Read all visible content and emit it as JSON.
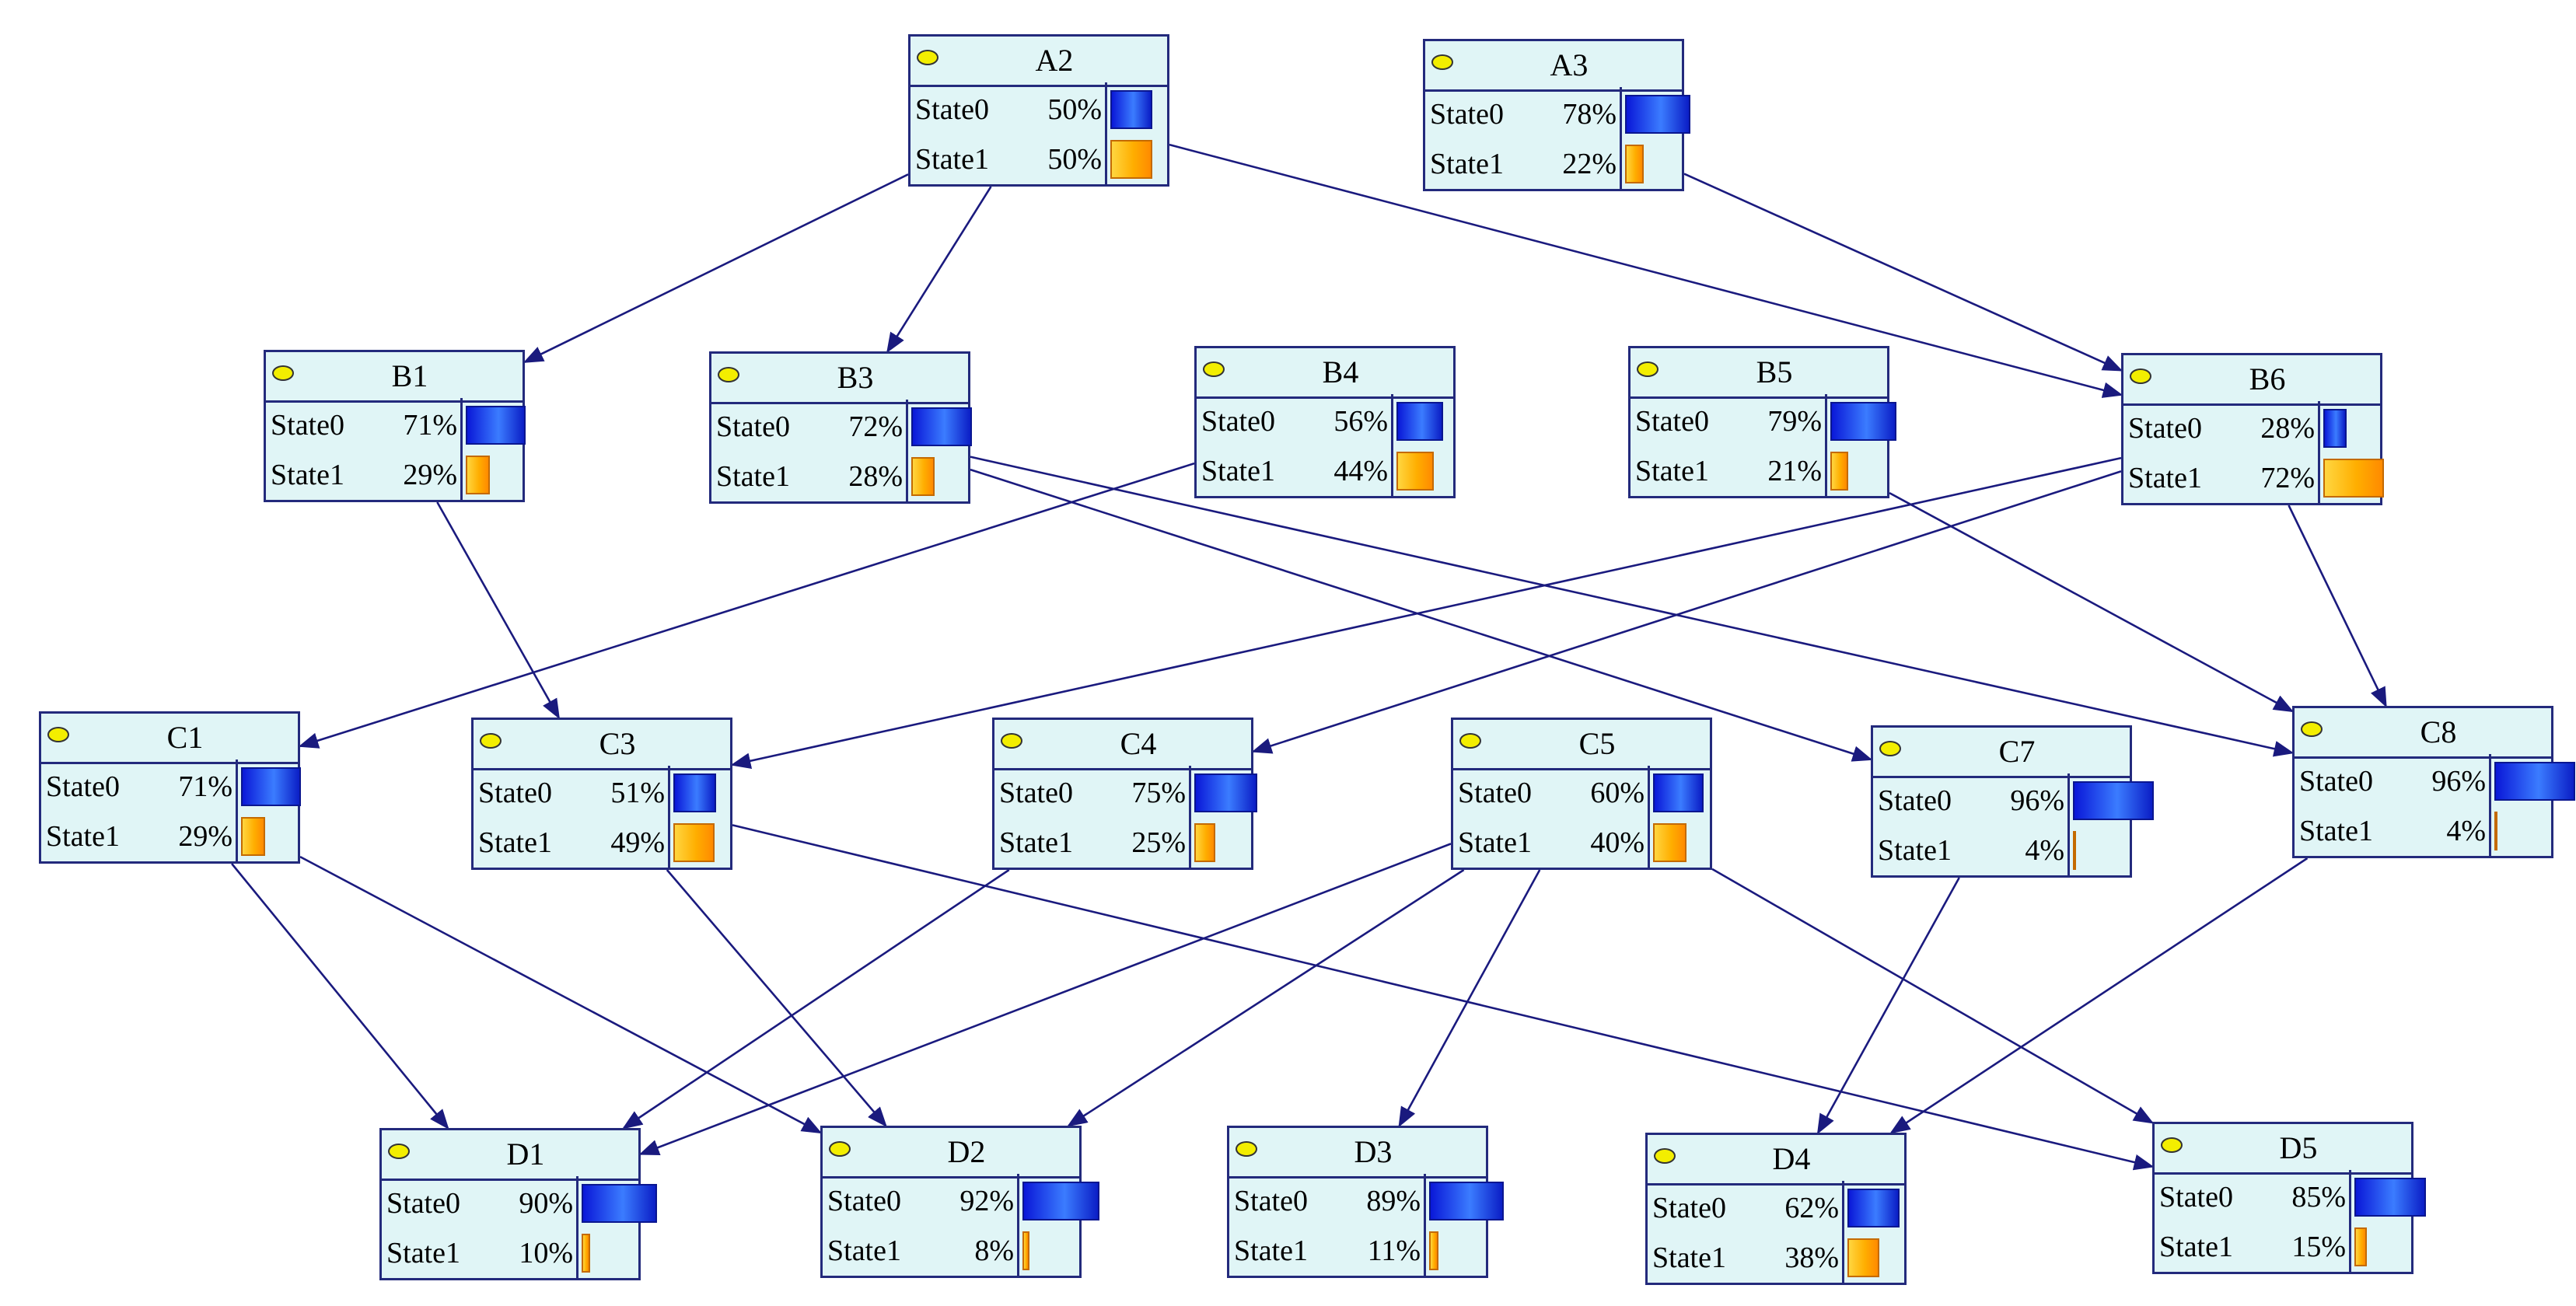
{
  "colors": {
    "node_fill": "#e0f5f6",
    "node_border": "#232a7c",
    "edge": "#1a1a7e",
    "state0_bar": "#1e56f0",
    "state1_bar": "#ffae00",
    "indicator": "#f3ee00"
  },
  "nodes": [
    {
      "id": "A2",
      "states": [
        {
          "label": "State0",
          "value": "50%"
        },
        {
          "label": "State1",
          "value": "50%"
        }
      ],
      "probabilities": [
        0.5,
        0.5
      ]
    },
    {
      "id": "A3",
      "states": [
        {
          "label": "State0",
          "value": "78%"
        },
        {
          "label": "State1",
          "value": "22%"
        }
      ],
      "probabilities": [
        0.78,
        0.22
      ]
    },
    {
      "id": "B1",
      "states": [
        {
          "label": "State0",
          "value": "71%"
        },
        {
          "label": "State1",
          "value": "29%"
        }
      ],
      "probabilities": [
        0.71,
        0.29
      ]
    },
    {
      "id": "B3",
      "states": [
        {
          "label": "State0",
          "value": "72%"
        },
        {
          "label": "State1",
          "value": "28%"
        }
      ],
      "probabilities": [
        0.72,
        0.28
      ]
    },
    {
      "id": "B4",
      "states": [
        {
          "label": "State0",
          "value": "56%"
        },
        {
          "label": "State1",
          "value": "44%"
        }
      ],
      "probabilities": [
        0.56,
        0.44
      ]
    },
    {
      "id": "B5",
      "states": [
        {
          "label": "State0",
          "value": "79%"
        },
        {
          "label": "State1",
          "value": "21%"
        }
      ],
      "probabilities": [
        0.79,
        0.21
      ]
    },
    {
      "id": "B6",
      "states": [
        {
          "label": "State0",
          "value": "28%"
        },
        {
          "label": "State1",
          "value": "72%"
        }
      ],
      "probabilities": [
        0.28,
        0.72
      ]
    },
    {
      "id": "C1",
      "states": [
        {
          "label": "State0",
          "value": "71%"
        },
        {
          "label": "State1",
          "value": "29%"
        }
      ],
      "probabilities": [
        0.71,
        0.29
      ]
    },
    {
      "id": "C3",
      "states": [
        {
          "label": "State0",
          "value": "51%"
        },
        {
          "label": "State1",
          "value": "49%"
        }
      ],
      "probabilities": [
        0.51,
        0.49
      ]
    },
    {
      "id": "C4",
      "states": [
        {
          "label": "State0",
          "value": "75%"
        },
        {
          "label": "State1",
          "value": "25%"
        }
      ],
      "probabilities": [
        0.75,
        0.25
      ]
    },
    {
      "id": "C5",
      "states": [
        {
          "label": "State0",
          "value": "60%"
        },
        {
          "label": "State1",
          "value": "40%"
        }
      ],
      "probabilities": [
        0.6,
        0.4
      ]
    },
    {
      "id": "C7",
      "states": [
        {
          "label": "State0",
          "value": "96%"
        },
        {
          "label": "State1",
          "value": "4%"
        }
      ],
      "probabilities": [
        0.96,
        0.04
      ]
    },
    {
      "id": "C8",
      "states": [
        {
          "label": "State0",
          "value": "96%"
        },
        {
          "label": "State1",
          "value": "4%"
        }
      ],
      "probabilities": [
        0.96,
        0.04
      ]
    },
    {
      "id": "D1",
      "states": [
        {
          "label": "State0",
          "value": "90%"
        },
        {
          "label": "State1",
          "value": "10%"
        }
      ],
      "probabilities": [
        0.9,
        0.1
      ]
    },
    {
      "id": "D2",
      "states": [
        {
          "label": "State0",
          "value": "92%"
        },
        {
          "label": "State1",
          "value": "8%"
        }
      ],
      "probabilities": [
        0.92,
        0.08
      ]
    },
    {
      "id": "D3",
      "states": [
        {
          "label": "State0",
          "value": "89%"
        },
        {
          "label": "State1",
          "value": "11%"
        }
      ],
      "probabilities": [
        0.89,
        0.11
      ]
    },
    {
      "id": "D4",
      "states": [
        {
          "label": "State0",
          "value": "62%"
        },
        {
          "label": "State1",
          "value": "38%"
        }
      ],
      "probabilities": [
        0.62,
        0.38
      ]
    },
    {
      "id": "D5",
      "states": [
        {
          "label": "State0",
          "value": "85%"
        },
        {
          "label": "State1",
          "value": "15%"
        }
      ],
      "probabilities": [
        0.85,
        0.15
      ]
    }
  ],
  "edges": [
    {
      "from": "A2",
      "to": "B1"
    },
    {
      "from": "A2",
      "to": "B3"
    },
    {
      "from": "A2",
      "to": "B6"
    },
    {
      "from": "A3",
      "to": "B6"
    },
    {
      "from": "B1",
      "to": "C3"
    },
    {
      "from": "B3",
      "to": "C7"
    },
    {
      "from": "B3",
      "to": "C8"
    },
    {
      "from": "B4",
      "to": "C1"
    },
    {
      "from": "B5",
      "to": "C8"
    },
    {
      "from": "B6",
      "to": "C3"
    },
    {
      "from": "B6",
      "to": "C4"
    },
    {
      "from": "B6",
      "to": "C8"
    },
    {
      "from": "C1",
      "to": "D1"
    },
    {
      "from": "C1",
      "to": "D2"
    },
    {
      "from": "C3",
      "to": "D2"
    },
    {
      "from": "C3",
      "to": "D5"
    },
    {
      "from": "C4",
      "to": "D1"
    },
    {
      "from": "C5",
      "to": "D1"
    },
    {
      "from": "C5",
      "to": "D2"
    },
    {
      "from": "C5",
      "to": "D3"
    },
    {
      "from": "C5",
      "to": "D5"
    },
    {
      "from": "C7",
      "to": "D4"
    },
    {
      "from": "C8",
      "to": "D4"
    }
  ]
}
